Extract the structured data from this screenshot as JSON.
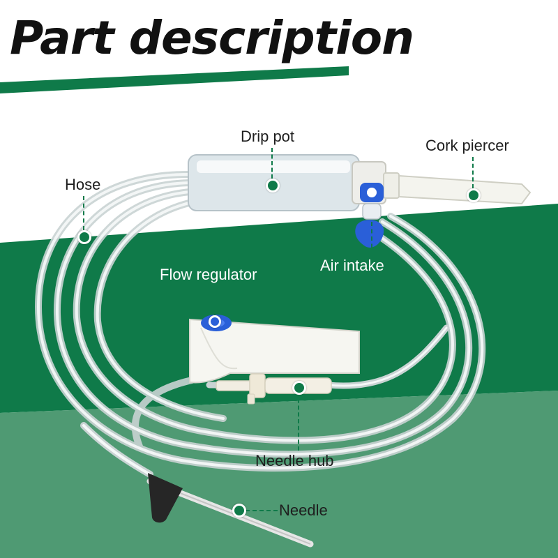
{
  "title": "Part description",
  "colors": {
    "brand_green": "#0f7a49",
    "light_green": "#4f9a73",
    "title_text": "#111111",
    "blue_parts": "#2a5fd8"
  },
  "labels": {
    "drip_pot": "Drip pot",
    "cork_piercer": "Cork piercer",
    "hose": "Hose",
    "air_intake": "Air intake",
    "flow_regulator": "Flow regulator",
    "needle_hub": "Needle hub",
    "needle": "Needle"
  }
}
